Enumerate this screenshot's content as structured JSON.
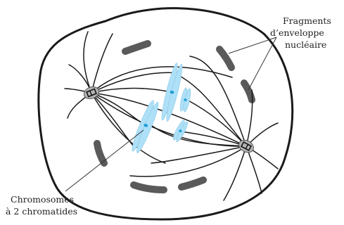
{
  "labels": {
    "fragments_line1": "Fragments",
    "fragments_line2": "d’enveloppe",
    "fragments_line3": "nucléaire",
    "chromosomes_line1": "Chromosomes",
    "chromosomes_line2": "à 2 chromatides"
  },
  "colors": {
    "outline": "#1a1a1a",
    "envelope_fragment": "#5a5a5a",
    "centrosome": "#b3b3b3",
    "chromosome": "#aee0f7",
    "centromere": "#1f9fd6",
    "leader_line": "#333333"
  }
}
